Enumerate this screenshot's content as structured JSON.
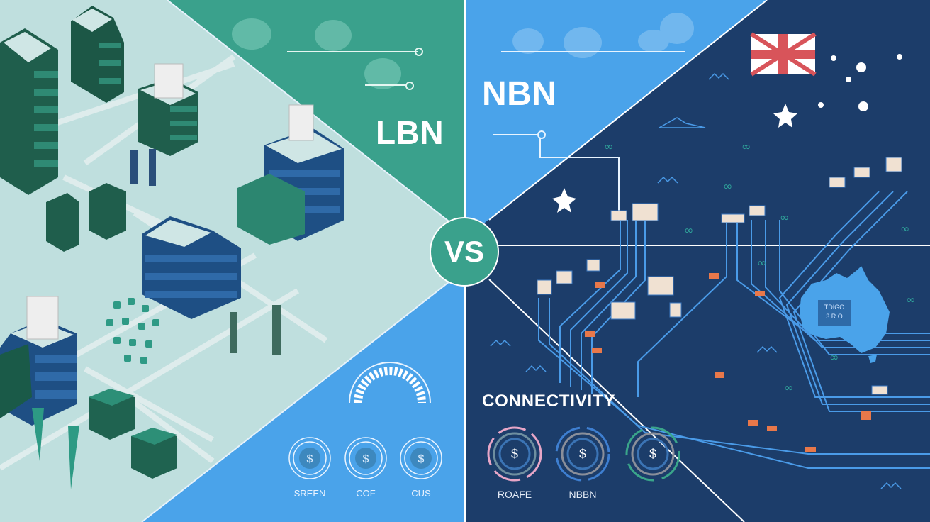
{
  "left_panel": {
    "title": "LBN",
    "colors": {
      "ground": "#bfdfde",
      "accent": "#3aa18c",
      "building_dark": "#1f5e4c",
      "building_blue": "#2f6aa8",
      "lower_blue": "#4aa3ea"
    },
    "coins": [
      {
        "label": "SREEN",
        "icon": "dollar-icon"
      },
      {
        "label": "COF",
        "icon": "dollar-icon"
      },
      {
        "label": "CUS",
        "icon": "dollar-icon"
      }
    ],
    "gauge_icon": "speed-gauge-icon"
  },
  "center": {
    "badge": "VS",
    "badge_color": "#3aa18c"
  },
  "right_panel": {
    "title": "NBN",
    "subtitle": "CONNECTIVITY",
    "colors": {
      "sky": "#4aa3ea",
      "navy": "#1c3d6a",
      "circuit": "#4a9be8",
      "tag": "#e8784a"
    },
    "flag_icon": "australian-flag-icon",
    "map_icon": "australia-map-icon",
    "map_label_lines": [
      "TDIGO",
      "3 R.O"
    ],
    "rings": [
      {
        "label": "ROAFE",
        "icon": "dollar-icon"
      },
      {
        "label": "NBBN",
        "icon": "dollar-icon"
      },
      {
        "label": "",
        "icon": "dollar-icon"
      }
    ]
  }
}
